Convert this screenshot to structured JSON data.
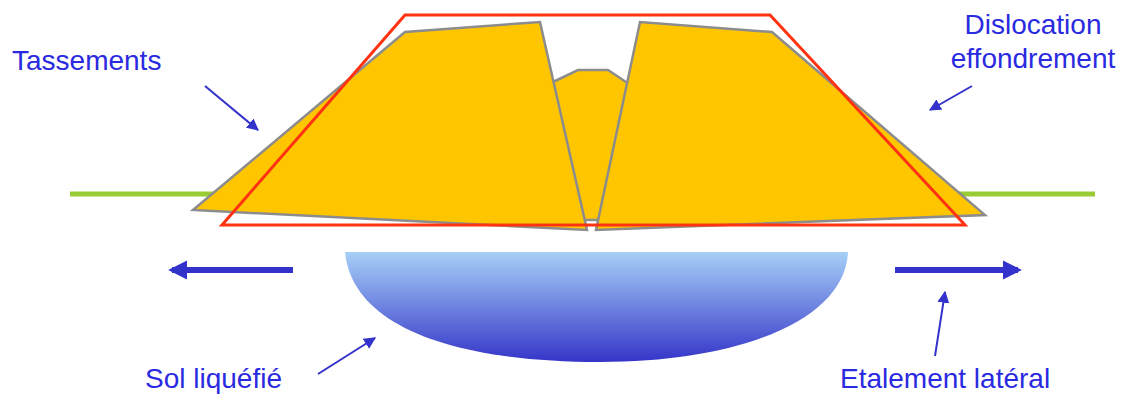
{
  "diagram": {
    "labels": [
      "Tassements",
      "Dislocation effondrement",
      "Sol liquéfié",
      "Etalement latéral"
    ]
  }
}
